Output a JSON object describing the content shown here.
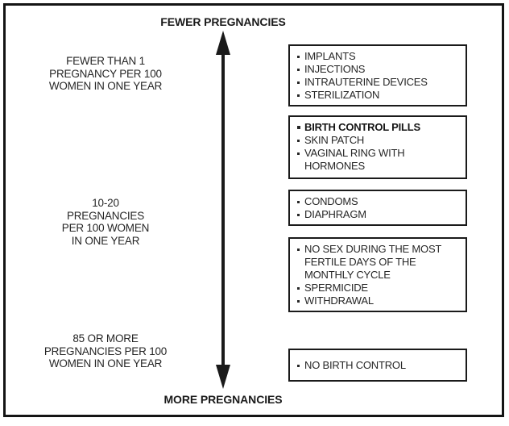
{
  "diagram": {
    "top_label": "FEWER PREGNANCIES",
    "bottom_label": "MORE PREGNANCIES",
    "arrow_icon": "double-headed-vertical-arrow",
    "colors": {
      "ink": "#1a1a1a",
      "background": "#ffffff"
    },
    "rate_labels": [
      {
        "lines": [
          "FEWER THAN 1",
          "PREGNANCY PER 100",
          "WOMEN IN ONE YEAR"
        ]
      },
      {
        "lines": [
          "10-20",
          "PREGNANCIES",
          "PER 100 WOMEN",
          "IN ONE YEAR"
        ]
      },
      {
        "lines": [
          "85 OR MORE",
          "PREGNANCIES PER 100",
          "WOMEN IN ONE YEAR"
        ]
      }
    ],
    "method_boxes": [
      {
        "items": [
          {
            "text": "IMPLANTS",
            "bold": false
          },
          {
            "text": "INJECTIONS",
            "bold": false
          },
          {
            "text": "INTRAUTERINE DEVICES",
            "bold": false
          },
          {
            "text": "STERILIZATION",
            "bold": false
          }
        ]
      },
      {
        "items": [
          {
            "text": "BIRTH CONTROL PILLS",
            "bold": true
          },
          {
            "text": "SKIN PATCH",
            "bold": false
          },
          {
            "text": "VAGINAL RING WITH\nHORMONES",
            "bold": false
          }
        ]
      },
      {
        "items": [
          {
            "text": "CONDOMS",
            "bold": false
          },
          {
            "text": "DIAPHRAGM",
            "bold": false
          }
        ]
      },
      {
        "items": [
          {
            "text": "NO SEX DURING THE MOST\nFERTILE DAYS OF THE\nMONTHLY CYCLE",
            "bold": false
          },
          {
            "text": "SPERMICIDE",
            "bold": false
          },
          {
            "text": "WITHDRAWAL",
            "bold": false
          }
        ]
      },
      {
        "items": [
          {
            "text": "NO BIRTH CONTROL",
            "bold": false
          }
        ]
      }
    ]
  }
}
